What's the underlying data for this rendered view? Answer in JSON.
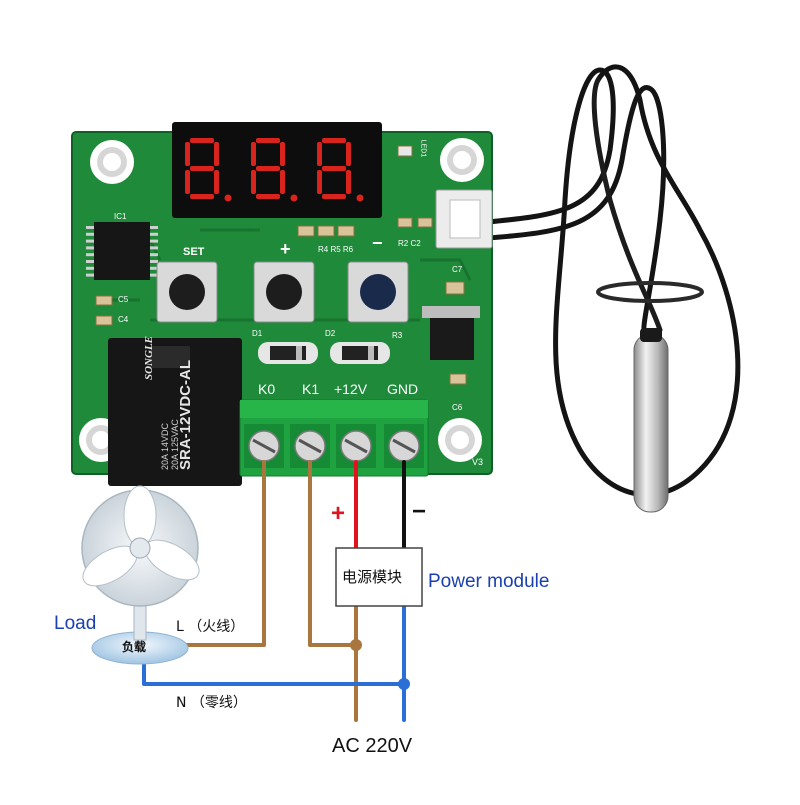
{
  "board": {
    "silkscreen": {
      "set": "SET",
      "plus": "+",
      "minus": "−",
      "k0": "K0",
      "k1": "K1",
      "v12": "+12V",
      "gnd": "GND",
      "version": "V3",
      "ic1": "IC1",
      "led1": "LED1",
      "r4r5r6": "R4 R5 R6",
      "r2c2": "R2 C2",
      "d1": "D1",
      "d2": "D2",
      "c5": "C5",
      "c4": "C4",
      "c6": "C6",
      "c7": "C7",
      "r3": "R3"
    },
    "display_digits": "8.8.8.",
    "relay": {
      "model": "SRA-12VDC-AL",
      "brand": "SONGLE",
      "rating1": "20A 14VDC",
      "rating2": "20A 125VAC"
    },
    "colors": {
      "pcb": "#1f8a3a",
      "pcb_dark": "#137030",
      "relay": "#1a1a1a",
      "terminal": "#1fa340",
      "led": "#d8241c"
    }
  },
  "wiring": {
    "plus_sign": "+",
    "minus_sign": "−",
    "power_module_cn": "电源模块",
    "power_module_en": "Power module",
    "load_en": "Load",
    "load_cn": "负载",
    "live_label": "L （火线）",
    "neutral_label": "N （零线）",
    "ac_label": "AC 220V",
    "colors": {
      "brown": "#a8763e",
      "red": "#e0141e",
      "black": "#111111",
      "blue": "#2b6fd6"
    }
  },
  "icons": [
    "fan-icon",
    "temperature-probe-icon",
    "led-display-icon",
    "relay-icon",
    "screw-terminal-icon"
  ]
}
